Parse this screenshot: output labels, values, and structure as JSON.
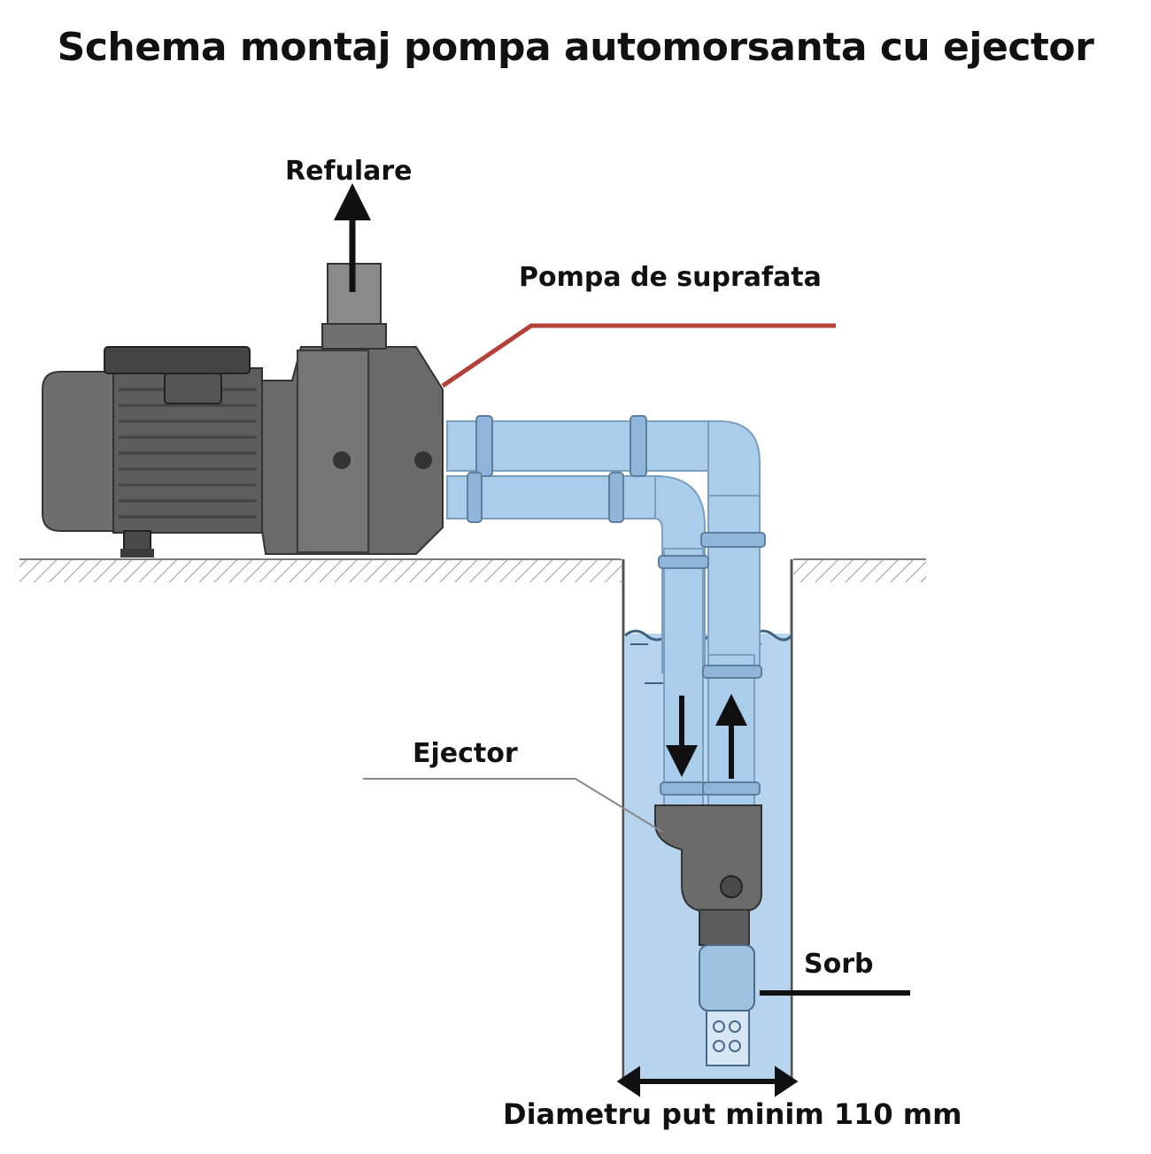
{
  "title": "Schema montaj pompa automorsanta cu ejector",
  "labels": {
    "discharge": "Refulare",
    "surface_pump": "Pompa de suprafata",
    "ejector": "Ejector",
    "foot_valve": "Sorb",
    "well_diameter": "Diametru put minim 110 mm"
  },
  "colors": {
    "water": "#a9cdea",
    "pipe": "#a9cdea",
    "pump_body": "#5b5b5b",
    "leader_pump": "#b5403a",
    "leader_ejector": "#888888",
    "ground_hatch": "#9a9a9a",
    "text": "#111111"
  }
}
